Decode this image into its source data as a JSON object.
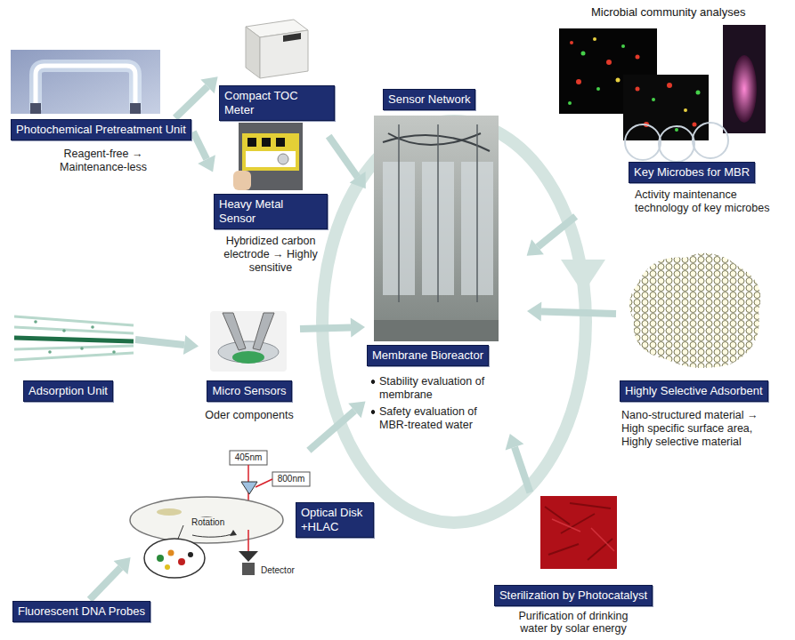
{
  "diagram": {
    "nodes": [
      {
        "text": [
          "Photochemical Pretreatment Unit",
          "Reagent-free → Maintenance-less"
        ]
      },
      {
        "text": [
          "Compact TOC Meter"
        ]
      },
      {
        "text": [
          "Sensor Network"
        ]
      },
      {
        "text": [
          "Heavy Metal Sensor",
          "Hybridized carbon electrode → Highly sensitive"
        ]
      },
      {
        "text": [
          "Microbial community analyses",
          "Key Microbes for MBR",
          "Activity maintenance technology of key microbes"
        ]
      },
      {
        "text": [
          "Adsorption Unit"
        ]
      },
      {
        "text": [
          "Micro Sensors",
          "Oder components"
        ]
      },
      {
        "text": [
          "Membrane Bioreactor",
          "Stability evaluation of membrane",
          "Safety evaluation of MBR-treated water"
        ]
      },
      {
        "text": [
          "Highly Selective Adsorbent",
          "Nano-structured material → High specific surface area, Highly selective material"
        ]
      },
      {
        "text": [
          "Optical Disk +HLAC"
        ]
      },
      {
        "text": [
          "Fluorescent DNA Probes"
        ]
      },
      {
        "text": [
          "Sterilization by Photocatalyst",
          "Purification of drinking water by solar energy"
        ]
      }
    ],
    "edges": [
      {
        "from": 0,
        "to": 1,
        "arrow": "to"
      },
      {
        "from": 0,
        "to": 3,
        "arrow": "to"
      },
      {
        "from": 3,
        "to": 7,
        "arrow": "to"
      },
      {
        "from": 4,
        "to": 7,
        "arrow": "to"
      },
      {
        "from": 5,
        "to": 6,
        "arrow": "to"
      },
      {
        "from": 6,
        "to": 7,
        "arrow": "to"
      },
      {
        "from": 8,
        "to": 7,
        "arrow": "to"
      },
      {
        "from": 9,
        "to": 7,
        "arrow": "to"
      },
      {
        "from": 10,
        "to": 9,
        "arrow": "to"
      },
      {
        "from": 11,
        "to": 7,
        "arrow": "to"
      }
    ],
    "labels": [
      "405nm",
      "800nm",
      "Rotation",
      "Detector"
    ]
  }
}
